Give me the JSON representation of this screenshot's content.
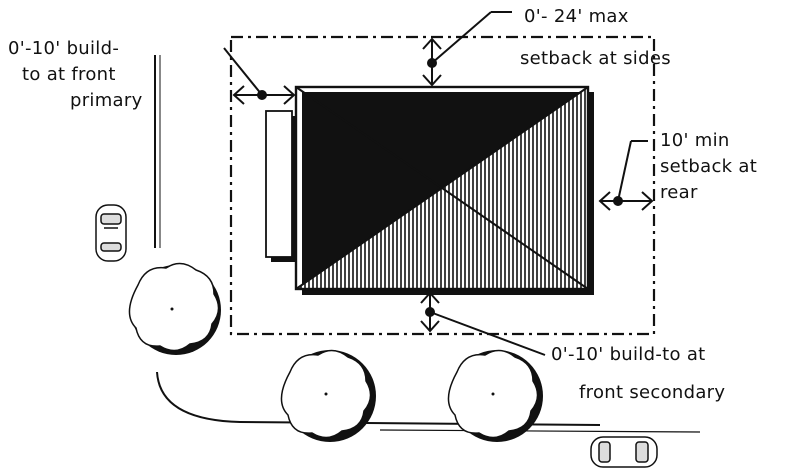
{
  "labels": {
    "front_primary": {
      "line1": "0'-10' build-",
      "line2": "to at front",
      "line3": "primary"
    },
    "sides": {
      "line1": "0'- 24' max",
      "line2": "setback at sides"
    },
    "rear": {
      "line1": "10' min",
      "line2": "setback at",
      "line3": "rear"
    },
    "front_secondary": {
      "line1": "0'-10' build-to at",
      "line2": "front secondary"
    }
  },
  "colors": {
    "ink": "#111111",
    "background": "#ffffff"
  }
}
